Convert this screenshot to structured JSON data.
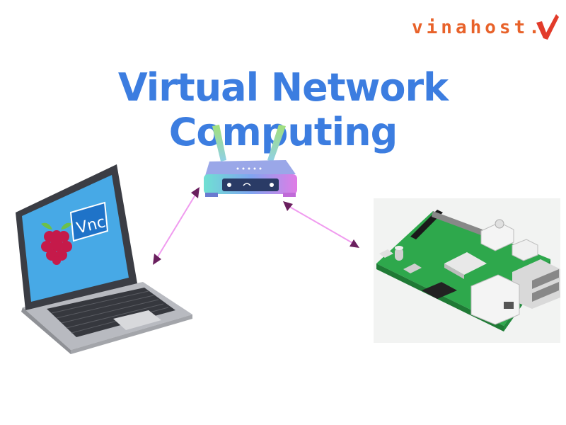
{
  "logo": {
    "text": "vinahost.",
    "mark_icon": "check-mark-icon"
  },
  "title": "Virtual Network Computing",
  "diagram": {
    "nodes": [
      {
        "id": "laptop",
        "icon": "laptop-icon",
        "screen_logos": [
          "raspberry-pi-logo",
          "vnc-logo"
        ],
        "screen_text": "Vnc"
      },
      {
        "id": "router",
        "icon": "wifi-router-icon"
      },
      {
        "id": "board",
        "icon": "raspberry-pi-board-icon"
      }
    ],
    "edges": [
      {
        "from": "laptop",
        "to": "router",
        "style": "bidirectional-arrow"
      },
      {
        "from": "router",
        "to": "board",
        "style": "bidirectional-arrow"
      }
    ]
  },
  "colors": {
    "title": "#3c7de0",
    "logo": "#e8622a",
    "arrow": "#f09bef",
    "arrowhead": "#6a1f5e",
    "board": "#2ea84c",
    "laptop_screen": "#47a9e6"
  }
}
